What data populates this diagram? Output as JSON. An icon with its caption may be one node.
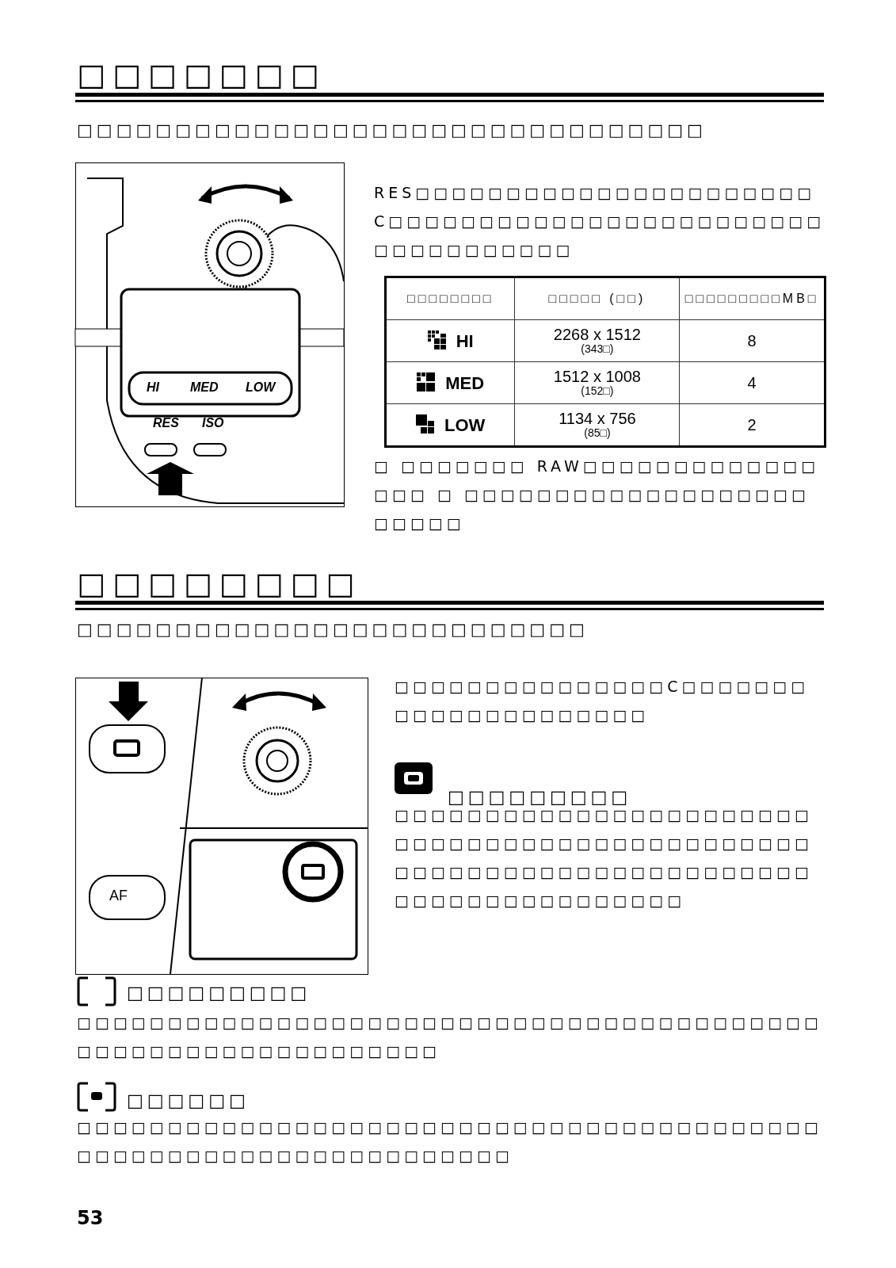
{
  "diagram": {
    "title": "□□□□□□□",
    "labels": [
      "□□□□□□□□□□□□□□□□□□□□□□□□□□□□□□□□",
      "RES□□□□□□□□□□□□□□□□□□□□□□ C□□□□□□□□□□□□□□□□□□□□□□□□□□□□□□□□□□□",
      "□□□□□□□□",
      "□□□□□ (□□)",
      "□□□□□□□□□MB□",
      "HI",
      "2268 x 1512",
      "(343□)",
      "8",
      "MED",
      "1512 x 1008",
      "(152□)",
      "4",
      "LOW",
      "1134 x 756",
      "(85□)",
      "2",
      "□ □□□□□□□ RAW□□□□□□□□□□□□□□□□ □ □□□□□□□□□□□□□□□□□□□□□□□□",
      "□□□□□□□□",
      "□□□□□□□□□□□□□□□□□□□□□□□□□□",
      "□□□□□□□□□□□□□□□C□□□□□□□□□□□□□□□□□□□□□",
      "□□□□□□□□□",
      "□□□□□□□□□□□□□□□□□□□□□□□□□□□□□□□□□□□□□□□□□□□□□□□□□□□□□□□□□□□□□□□□□□□□□□□□□□□□□□□□□□□□□",
      "□□□□□□□□□",
      "□□□□□□□□□□□□□□□□□□□□□□□□□□□□□□□□□□□□□□□□□□□□□□□□□□□□□□□□□□□□□",
      "□□□□□□",
      "□□□□□□□□□□□□□□□□□□□□□□□□□□□□□□□□□□□□□□□□□□□□□□□□□□□□□□□□□□□□□□□□□",
      "53",
      "HI",
      "MED",
      "LOW",
      "RES",
      "ISO",
      "AF"
    ]
  }
}
